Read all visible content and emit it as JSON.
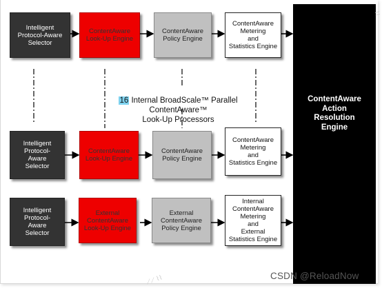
{
  "diagram": {
    "rows": [
      {
        "selector": "Intelligent\nProtocol-Aware\nSelector",
        "lookup": "ContentAware\nLook-Up Engine",
        "policy": "ContentAware\nPolicy Engine",
        "metering": "ContentAware\nMetering\nand\nStatistics Engine"
      },
      {
        "selector": "Intelligent\nProtocol-\nAware\nSelector",
        "lookup": "ContentAware\nLook-Up Engine",
        "policy": "ContentAware\nPolicy Engine",
        "metering": "ContentAware\nMetering\nand\nStatistics Engine"
      },
      {
        "selector": "Intelligent\nProtocol-\nAware\nSelector",
        "lookup": "External\nContentAware\nLook-Up Engine",
        "policy": "External\nContentAware\nPolicy Engine",
        "metering": "Internal\nContentAware\nMetering\nand\nExternal\nStatistics Engine"
      }
    ],
    "resolution_engine": "ContentAware\nAction\nResolution\nEngine",
    "caption": {
      "number": "16",
      "line1_rest": " Internal BroadScale™  Parallel",
      "line2": "ContentAware™",
      "line3": "Look-Up Processors"
    }
  },
  "watermark": "CSDN @ReloadNow",
  "colors": {
    "selector": "#333333",
    "lookup": "#ee0000",
    "policy": "#c0c0c0",
    "metering": "#ffffff",
    "resolution": "#000000",
    "highlight": "#7fd3f0"
  }
}
